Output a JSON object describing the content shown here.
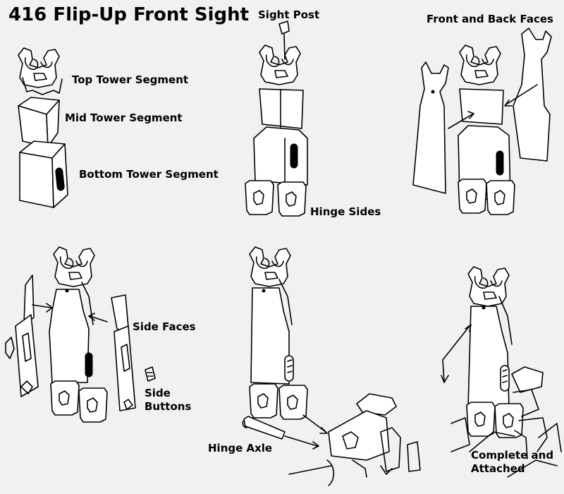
{
  "title": "416 Flip-Up Front Sight",
  "labels": {
    "top_tower": "Top Tower Segment",
    "mid_tower": "Mid Tower Segment",
    "bottom_tower": "Bottom Tower Segment",
    "sight_post": "Sight Post",
    "hinge_sides": "Hinge Sides",
    "front_back_faces": "Front and Back Faces",
    "side_faces": "Side Faces",
    "side_buttons_1": "Side",
    "side_buttons_2": "Buttons",
    "hinge_axle": "Hinge Axle",
    "complete_1": "Complete and",
    "complete_2": "Attached"
  }
}
